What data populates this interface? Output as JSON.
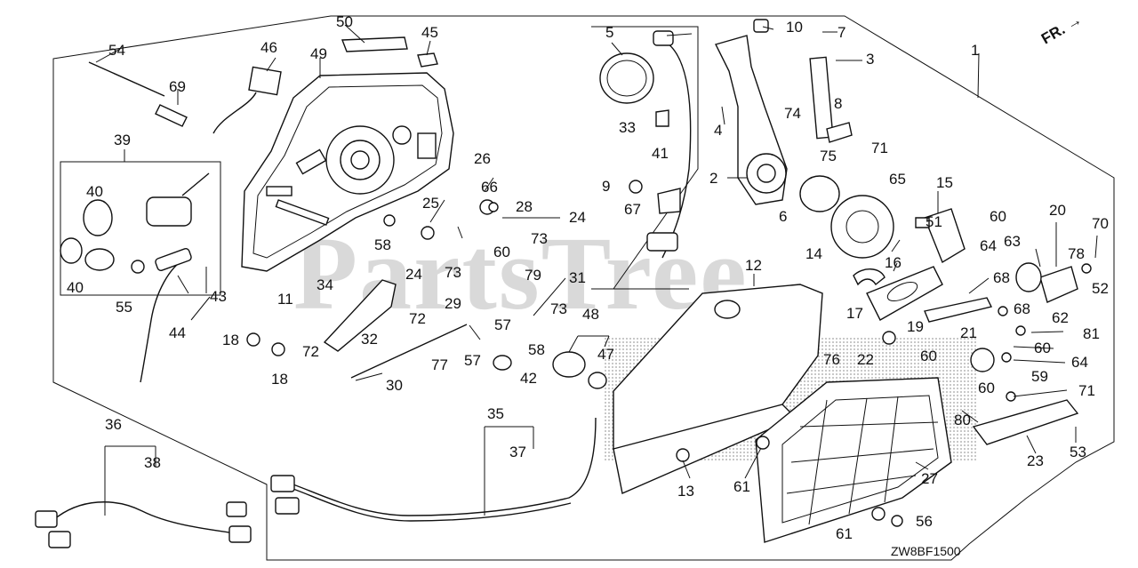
{
  "diagram": {
    "watermark": "PartsTree",
    "drawing_code": "ZW8BF1500",
    "direction_marker": "FR.",
    "reference_labels": [
      {
        "id": "1",
        "text": "1"
      },
      {
        "id": "2",
        "text": "2"
      },
      {
        "id": "3",
        "text": "3"
      },
      {
        "id": "4",
        "text": "4"
      },
      {
        "id": "5",
        "text": "5"
      },
      {
        "id": "6",
        "text": "6"
      },
      {
        "id": "7",
        "text": "7"
      },
      {
        "id": "8",
        "text": "8"
      },
      {
        "id": "9",
        "text": "9"
      },
      {
        "id": "10",
        "text": "10"
      },
      {
        "id": "11",
        "text": "11"
      },
      {
        "id": "12",
        "text": "12"
      },
      {
        "id": "13",
        "text": "13"
      },
      {
        "id": "14",
        "text": "14"
      },
      {
        "id": "15",
        "text": "15"
      },
      {
        "id": "16",
        "text": "16"
      },
      {
        "id": "17",
        "text": "17"
      },
      {
        "id": "18a",
        "text": "18"
      },
      {
        "id": "18b",
        "text": "18"
      },
      {
        "id": "19",
        "text": "19"
      },
      {
        "id": "20",
        "text": "20"
      },
      {
        "id": "21",
        "text": "21"
      },
      {
        "id": "22",
        "text": "22"
      },
      {
        "id": "23",
        "text": "23"
      },
      {
        "id": "24a",
        "text": "24"
      },
      {
        "id": "24b",
        "text": "24"
      },
      {
        "id": "25",
        "text": "25"
      },
      {
        "id": "26",
        "text": "26"
      },
      {
        "id": "27",
        "text": "27"
      },
      {
        "id": "28",
        "text": "28"
      },
      {
        "id": "29",
        "text": "29"
      },
      {
        "id": "30",
        "text": "30"
      },
      {
        "id": "31",
        "text": "31"
      },
      {
        "id": "32",
        "text": "32"
      },
      {
        "id": "33",
        "text": "33"
      },
      {
        "id": "34",
        "text": "34"
      },
      {
        "id": "35",
        "text": "35"
      },
      {
        "id": "36",
        "text": "36"
      },
      {
        "id": "37",
        "text": "37"
      },
      {
        "id": "38",
        "text": "38"
      },
      {
        "id": "39",
        "text": "39"
      },
      {
        "id": "40a",
        "text": "40"
      },
      {
        "id": "40b",
        "text": "40"
      },
      {
        "id": "41",
        "text": "41"
      },
      {
        "id": "42",
        "text": "42"
      },
      {
        "id": "43",
        "text": "43"
      },
      {
        "id": "44",
        "text": "44"
      },
      {
        "id": "45",
        "text": "45"
      },
      {
        "id": "46",
        "text": "46"
      },
      {
        "id": "47",
        "text": "47"
      },
      {
        "id": "48",
        "text": "48"
      },
      {
        "id": "49",
        "text": "49"
      },
      {
        "id": "50",
        "text": "50"
      },
      {
        "id": "51",
        "text": "51"
      },
      {
        "id": "52",
        "text": "52"
      },
      {
        "id": "53",
        "text": "53"
      },
      {
        "id": "54",
        "text": "54"
      },
      {
        "id": "55",
        "text": "55"
      },
      {
        "id": "56",
        "text": "56"
      },
      {
        "id": "57a",
        "text": "57"
      },
      {
        "id": "57b",
        "text": "57"
      },
      {
        "id": "58a",
        "text": "58"
      },
      {
        "id": "58b",
        "text": "58"
      },
      {
        "id": "59",
        "text": "59"
      },
      {
        "id": "60a",
        "text": "60"
      },
      {
        "id": "60b",
        "text": "60"
      },
      {
        "id": "60c",
        "text": "60"
      },
      {
        "id": "60d",
        "text": "60"
      },
      {
        "id": "60e",
        "text": "60"
      },
      {
        "id": "61a",
        "text": "61"
      },
      {
        "id": "61b",
        "text": "61"
      },
      {
        "id": "62",
        "text": "62"
      },
      {
        "id": "63",
        "text": "63"
      },
      {
        "id": "64a",
        "text": "64"
      },
      {
        "id": "64b",
        "text": "64"
      },
      {
        "id": "65",
        "text": "65"
      },
      {
        "id": "66",
        "text": "66"
      },
      {
        "id": "67",
        "text": "67"
      },
      {
        "id": "68a",
        "text": "68"
      },
      {
        "id": "68b",
        "text": "68"
      },
      {
        "id": "69",
        "text": "69"
      },
      {
        "id": "70",
        "text": "70"
      },
      {
        "id": "71a",
        "text": "71"
      },
      {
        "id": "71b",
        "text": "71"
      },
      {
        "id": "72a",
        "text": "72"
      },
      {
        "id": "72b",
        "text": "72"
      },
      {
        "id": "73a",
        "text": "73"
      },
      {
        "id": "73b",
        "text": "73"
      },
      {
        "id": "73c",
        "text": "73"
      },
      {
        "id": "74",
        "text": "74"
      },
      {
        "id": "75",
        "text": "75"
      },
      {
        "id": "76",
        "text": "76"
      },
      {
        "id": "77",
        "text": "77"
      },
      {
        "id": "78",
        "text": "78"
      },
      {
        "id": "79",
        "text": "79"
      },
      {
        "id": "80",
        "text": "80"
      },
      {
        "id": "81",
        "text": "81"
      }
    ]
  }
}
